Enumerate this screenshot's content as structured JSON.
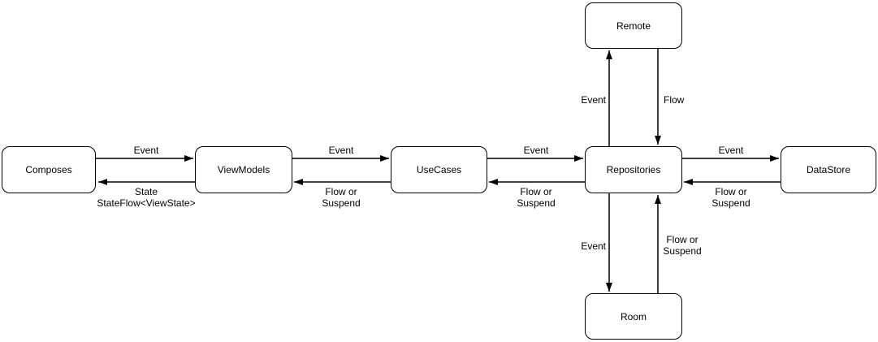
{
  "diagram": {
    "type": "architecture-flow-diagram",
    "colors": {
      "background": "#ffffff",
      "node_fill": "#ffffff",
      "stroke": "#000000",
      "text": "#000000"
    },
    "nodes": [
      {
        "id": "composes",
        "label": "Composes"
      },
      {
        "id": "viewmodels",
        "label": "ViewModels"
      },
      {
        "id": "usecases",
        "label": "UseCases"
      },
      {
        "id": "repositories",
        "label": "Repositories"
      },
      {
        "id": "datastore",
        "label": "DataStore"
      },
      {
        "id": "remote",
        "label": "Remote"
      },
      {
        "id": "room",
        "label": "Room"
      }
    ],
    "edges": [
      {
        "from": "composes",
        "to": "viewmodels",
        "direction": "right",
        "label": "Event"
      },
      {
        "from": "viewmodels",
        "to": "composes",
        "direction": "left",
        "label": "State\nStateFlow<ViewState>"
      },
      {
        "from": "viewmodels",
        "to": "usecases",
        "direction": "right",
        "label": "Event"
      },
      {
        "from": "usecases",
        "to": "viewmodels",
        "direction": "left",
        "label": "Flow or\nSuspend"
      },
      {
        "from": "usecases",
        "to": "repositories",
        "direction": "right",
        "label": "Event"
      },
      {
        "from": "repositories",
        "to": "usecases",
        "direction": "left",
        "label": "Flow or\nSuspend"
      },
      {
        "from": "repositories",
        "to": "datastore",
        "direction": "right",
        "label": "Event"
      },
      {
        "from": "datastore",
        "to": "repositories",
        "direction": "left",
        "label": "Flow or\nSuspend"
      },
      {
        "from": "repositories",
        "to": "remote",
        "direction": "up",
        "label": "Event"
      },
      {
        "from": "remote",
        "to": "repositories",
        "direction": "down",
        "label": "Flow"
      },
      {
        "from": "repositories",
        "to": "room",
        "direction": "down",
        "label": "Event"
      },
      {
        "from": "room",
        "to": "repositories",
        "direction": "up",
        "label": "Flow or\nSuspend"
      }
    ]
  }
}
